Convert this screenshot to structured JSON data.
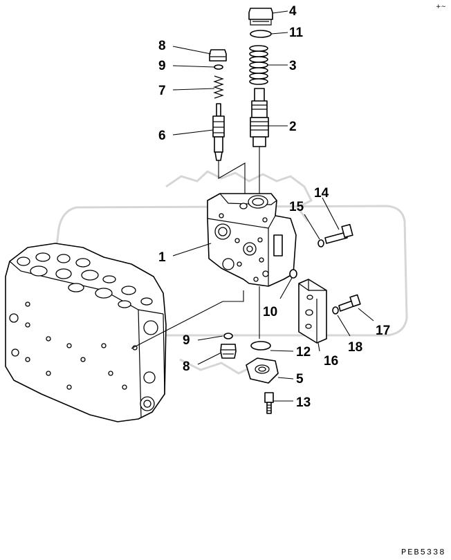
{
  "callouts": [
    {
      "id": "1",
      "label": "1"
    },
    {
      "id": "2",
      "label": "2"
    },
    {
      "id": "3",
      "label": "3"
    },
    {
      "id": "4",
      "label": "4"
    },
    {
      "id": "5",
      "label": "5"
    },
    {
      "id": "6",
      "label": "6"
    },
    {
      "id": "7",
      "label": "7"
    },
    {
      "id": "8a",
      "label": "8"
    },
    {
      "id": "8b",
      "label": "8"
    },
    {
      "id": "9a",
      "label": "9"
    },
    {
      "id": "9b",
      "label": "9"
    },
    {
      "id": "10",
      "label": "10"
    },
    {
      "id": "11",
      "label": "11"
    },
    {
      "id": "12",
      "label": "12"
    },
    {
      "id": "13",
      "label": "13"
    },
    {
      "id": "14",
      "label": "14"
    },
    {
      "id": "15",
      "label": "15"
    },
    {
      "id": "16",
      "label": "16"
    },
    {
      "id": "17",
      "label": "17"
    },
    {
      "id": "18",
      "label": "18"
    }
  ],
  "reference_code": "PEB5338",
  "corner_mark": "+∼"
}
